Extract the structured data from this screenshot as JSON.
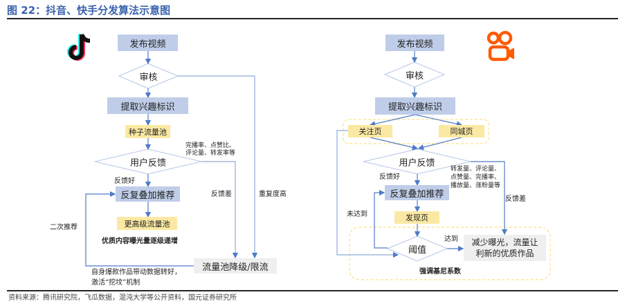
{
  "title": "图 22：抖音、快手分发算法示意图",
  "source": "资料来源：腾讯研究院，飞瓜数据，混沌大学等公开资料，国元证券研究所",
  "douyin": {
    "logo": "douyin-logo",
    "publish": "发布视频",
    "review": "审核",
    "extract": "提取兴趣标识",
    "seed_pool": "种子流量池",
    "metrics": [
      "完播率、点赞比、",
      "评论量、转发率等"
    ],
    "feedback": "用户反馈",
    "good": "反馈好",
    "recommend": "反复叠加推荐",
    "higher_pool": "更高级流量池",
    "quality_note": "优质内容曝光量逐级递增",
    "second": "二次推荐",
    "bad": "反馈差",
    "duplicate": "重复度高",
    "downgrade": "流量池降级/限流",
    "revive": [
      "自身爆款作品带动数据转好，",
      "激活“挖坟”机制"
    ]
  },
  "kuaishou": {
    "logo": "kuaishou-logo",
    "publish": "发布视频",
    "review": "审核",
    "extract": "提取兴趣标识",
    "follow": "关注页",
    "city": "同城页",
    "feedback": "用户反馈",
    "metrics": [
      "转发量、评论量、",
      "点赞量、完播率、",
      "播放量、涨粉量等"
    ],
    "good": "反馈好",
    "recommend": "反复叠加推荐",
    "discover": "发现页",
    "threshold": "阈值",
    "not_reached": "未达到",
    "reached": "达到",
    "bad": "反馈差",
    "reduce": [
      "减少曝光，流量让",
      "利新的优质作品"
    ],
    "gini": "强调基尼系数"
  },
  "colors": {
    "line": "#4f7ac7",
    "blue_box": "#bfcde8",
    "yellow_box": "#fbe9a3",
    "title": "#3a62ad",
    "kuaishou": "#ff5a00"
  }
}
